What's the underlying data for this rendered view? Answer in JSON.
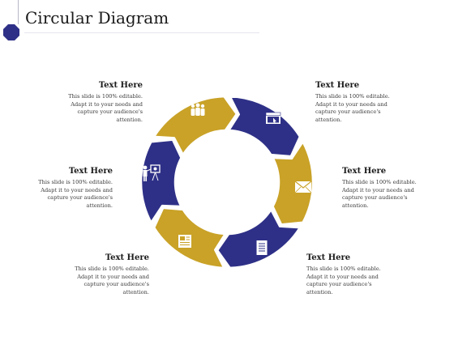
{
  "header": {
    "title": "Circular Diagram"
  },
  "colors": {
    "gold": "#C9A227",
    "navy": "#2E3087",
    "accent": "#2E3087"
  },
  "blocks": [
    {
      "id": "top-left",
      "heading": "Text Here",
      "body": "This slide is 100% editable. Adapt it to your needs and capture your audience's attention."
    },
    {
      "id": "top-right",
      "heading": "Text Here",
      "body": "This slide is 100% editable. Adapt it to your needs and capture your audience's attention."
    },
    {
      "id": "mid-left",
      "heading": "Text Here",
      "body": "This slide is 100% editable. Adapt it to your needs and capture your audience's attention."
    },
    {
      "id": "mid-right",
      "heading": "Text Here",
      "body": "This slide is 100% editable. Adapt it to your needs and capture your audience's attention."
    },
    {
      "id": "bottom-left",
      "heading": "Text Here",
      "body": "This slide is 100% editable. Adapt it to your needs and capture your audience's attention."
    },
    {
      "id": "bottom-right",
      "heading": "Text Here",
      "body": "This slide is 100% editable. Adapt it to your needs and capture your audience's attention."
    }
  ],
  "segments": [
    {
      "color": "gold",
      "icon": "people-group-icon"
    },
    {
      "color": "navy",
      "icon": "browser-window-icon"
    },
    {
      "color": "gold",
      "icon": "envelope-icon"
    },
    {
      "color": "navy",
      "icon": "document-icon"
    },
    {
      "color": "gold",
      "icon": "newspaper-icon"
    },
    {
      "color": "navy",
      "icon": "presenter-board-icon"
    }
  ]
}
